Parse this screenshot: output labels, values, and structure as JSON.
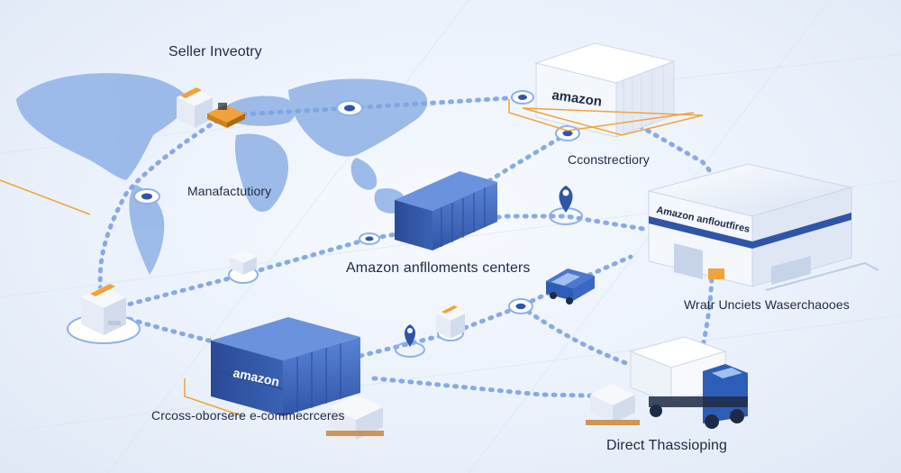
{
  "labels": {
    "seller_inventory": "Seller Inveotry",
    "manufactory": "Manafactutiory",
    "constructory": "Cconstrectiory",
    "fulfillment_centers": "Amazon anflloments centers",
    "warehouses": "Wratr Unciets Waserchaooes",
    "cross_border": "Crcoss-oborsere e-commecrceres",
    "direct_shipping": "Direct Thassioping"
  },
  "brand": {
    "container_logo": "amazon",
    "warehouse_sign": "Amazon anfloutfires"
  },
  "colors": {
    "background": "#eef3fb",
    "map": "#8fb1e6",
    "route": "#7ea3e0",
    "container_blue": "#3d63b8",
    "accent_orange": "#f2a23a",
    "truck_blue": "#2e5db8"
  },
  "icons": [
    "location-pin-icon",
    "route-node-icon",
    "package-box-icon",
    "shipping-container-icon",
    "delivery-van-icon",
    "box-truck-icon",
    "warehouse-icon",
    "world-map-icon"
  ]
}
